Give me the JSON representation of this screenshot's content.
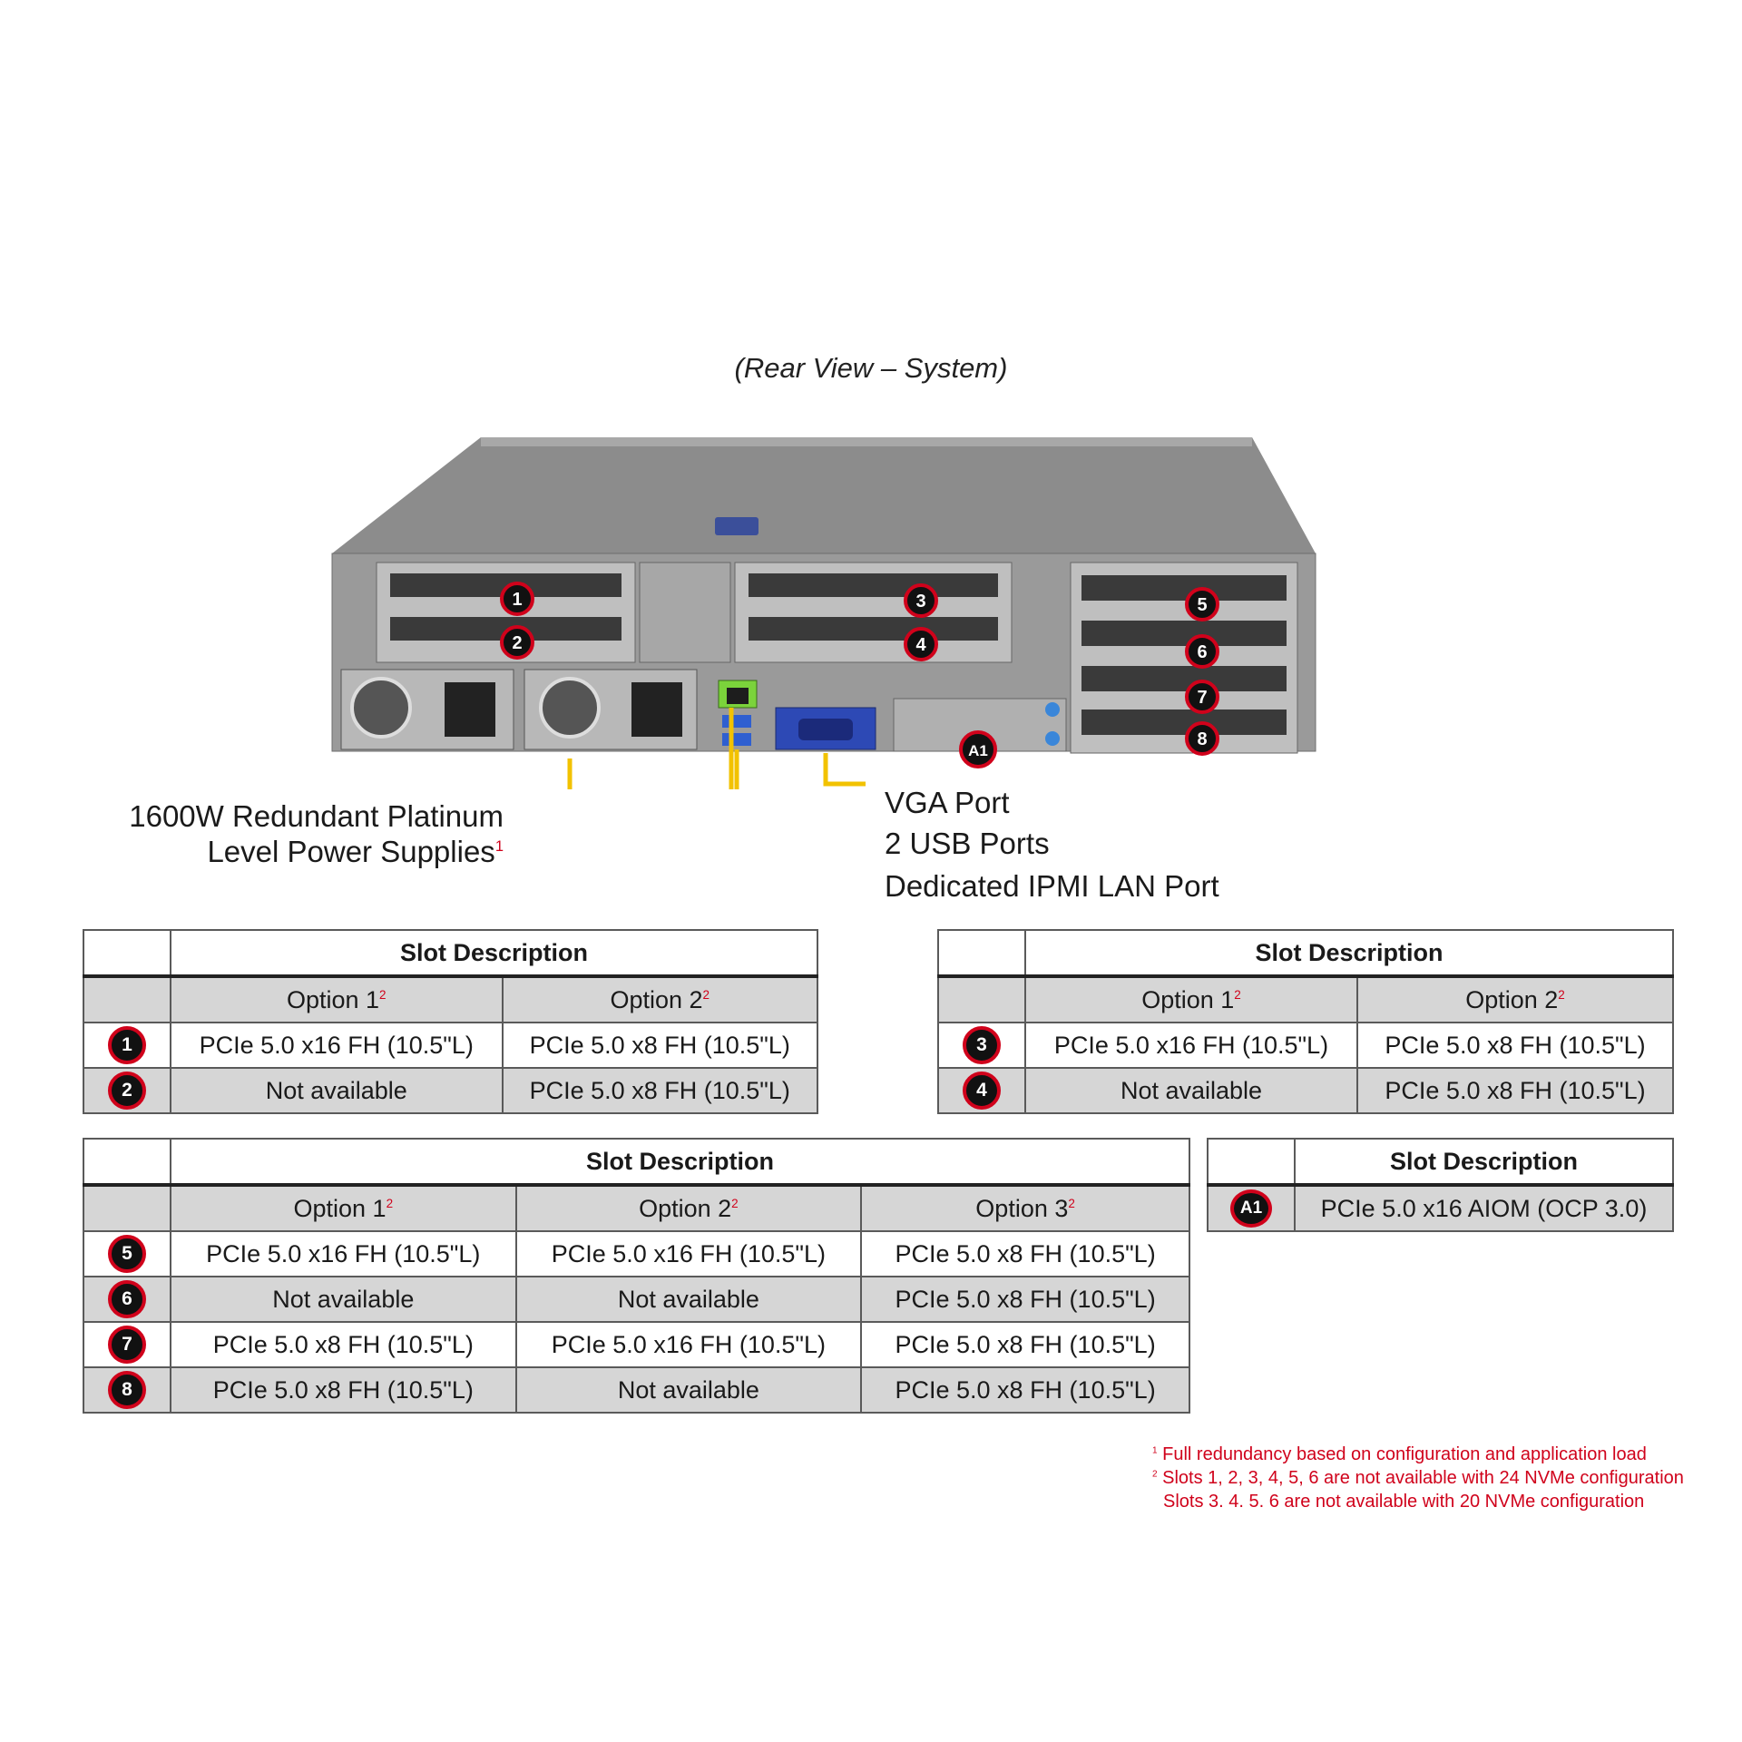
{
  "view_title": "(Rear View – System)",
  "callouts": {
    "psu_line1": "1600W Redundant Platinum",
    "psu_line2": "Level Power Supplies",
    "psu_sup": "1",
    "vga": "VGA Port",
    "usb": "2 USB Ports",
    "ipmi": "Dedicated IPMI LAN Port"
  },
  "server_badges": [
    "1",
    "2",
    "3",
    "4",
    "5",
    "6",
    "7",
    "8",
    "A1"
  ],
  "colors": {
    "callout_line": "#f2c200",
    "badge_ring": "#d0021b",
    "footnote": "#d0021b"
  },
  "table_a": {
    "header": "Slot Description",
    "options": [
      "Option 1",
      "Option 2"
    ],
    "rows": [
      {
        "slot": "1",
        "cells": [
          "PCIe 5.0 x16 FH (10.5\"L)",
          "PCIe 5.0 x8 FH (10.5\"L)"
        ]
      },
      {
        "slot": "2",
        "cells": [
          "Not available",
          "PCIe 5.0 x8 FH (10.5\"L)"
        ]
      }
    ]
  },
  "table_b": {
    "header": "Slot Description",
    "options": [
      "Option 1",
      "Option 2"
    ],
    "rows": [
      {
        "slot": "3",
        "cells": [
          "PCIe 5.0 x16 FH (10.5\"L)",
          "PCIe 5.0 x8 FH (10.5\"L)"
        ]
      },
      {
        "slot": "4",
        "cells": [
          "Not available",
          "PCIe 5.0 x8 FH (10.5\"L)"
        ]
      }
    ]
  },
  "table_c": {
    "header": "Slot Description",
    "options": [
      "Option 1",
      "Option 2",
      "Option 3"
    ],
    "rows": [
      {
        "slot": "5",
        "cells": [
          "PCIe 5.0 x16 FH (10.5\"L)",
          "PCIe 5.0 x16 FH (10.5\"L)",
          "PCIe 5.0 x8 FH (10.5\"L)"
        ]
      },
      {
        "slot": "6",
        "cells": [
          "Not available",
          "Not available",
          "PCIe 5.0 x8 FH (10.5\"L)"
        ]
      },
      {
        "slot": "7",
        "cells": [
          "PCIe 5.0 x8 FH (10.5\"L)",
          "PCIe 5.0 x16 FH (10.5\"L)",
          "PCIe 5.0 x8 FH (10.5\"L)"
        ]
      },
      {
        "slot": "8",
        "cells": [
          "PCIe 5.0 x8 FH (10.5\"L)",
          "Not available",
          "PCIe 5.0 x8 FH (10.5\"L)"
        ]
      }
    ]
  },
  "table_d": {
    "header": "Slot Description",
    "rows": [
      {
        "slot": "A1",
        "cells": [
          "PCIe 5.0 x16 AIOM (OCP 3.0)"
        ]
      }
    ]
  },
  "option_sup": "2",
  "footnotes": {
    "fn1_mark": "1",
    "fn1": "Full redundancy based on configuration and application load",
    "fn2_mark": "2",
    "fn2a": "Slots 1, 2, 3, 4, 5, 6 are not available with 24 NVMe configuration",
    "fn2b": "Slots 3. 4. 5. 6 are not available with 20 NVMe configuration"
  }
}
